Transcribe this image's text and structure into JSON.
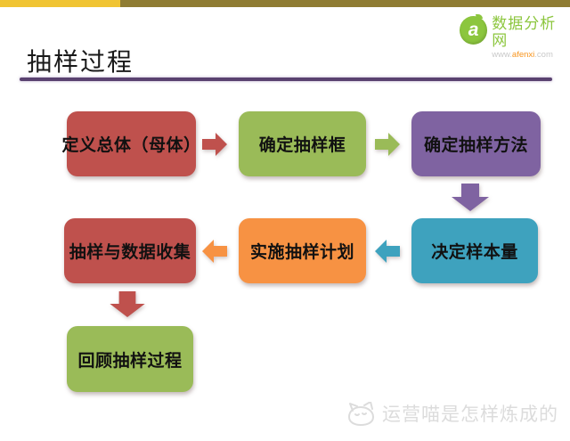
{
  "header": {
    "title": "抽样过程",
    "top_bar_left_color": "#F0C433",
    "top_bar_right_color": "#8F7C33",
    "underline_color": "#5A4270"
  },
  "brand": {
    "logo_text": "数据分析网",
    "logo_glyph": "a",
    "url_www": "www.",
    "url_domain": "afenxi",
    "url_tld": ".com",
    "green": "#8CC63E",
    "orange": "#F7941D"
  },
  "flowchart": {
    "nodes": [
      {
        "label": "定义总体（母体）",
        "color": "#BF514D"
      },
      {
        "label": "确定抽样框",
        "color": "#9ABB58"
      },
      {
        "label": "确定抽样方法",
        "color": "#7F63A1"
      },
      {
        "label": "决定样本量",
        "color": "#3EA2BE"
      },
      {
        "label": "实施抽样计划",
        "color": "#F79243"
      },
      {
        "label": "抽样与数据收集",
        "color": "#BF514D"
      },
      {
        "label": "回顾抽样过程",
        "color": "#9ABB58"
      }
    ],
    "arrows": [
      {
        "from": "定义总体（母体）",
        "to": "确定抽样框",
        "direction": "right",
        "color": "#BF514D"
      },
      {
        "from": "确定抽样框",
        "to": "确定抽样方法",
        "direction": "right",
        "color": "#9ABB58"
      },
      {
        "from": "确定抽样方法",
        "to": "决定样本量",
        "direction": "down",
        "color": "#7F63A1"
      },
      {
        "from": "决定样本量",
        "to": "实施抽样计划",
        "direction": "left",
        "color": "#3EA2BE"
      },
      {
        "from": "实施抽样计划",
        "to": "抽样与数据收集",
        "direction": "left",
        "color": "#F79243"
      },
      {
        "from": "抽样与数据收集",
        "to": "回顾抽样过程",
        "direction": "down",
        "color": "#BF514D"
      }
    ]
  },
  "watermark": {
    "text": "运营喵是怎样炼成的",
    "icon": "cat-icon",
    "color": "#DCDCDC"
  }
}
